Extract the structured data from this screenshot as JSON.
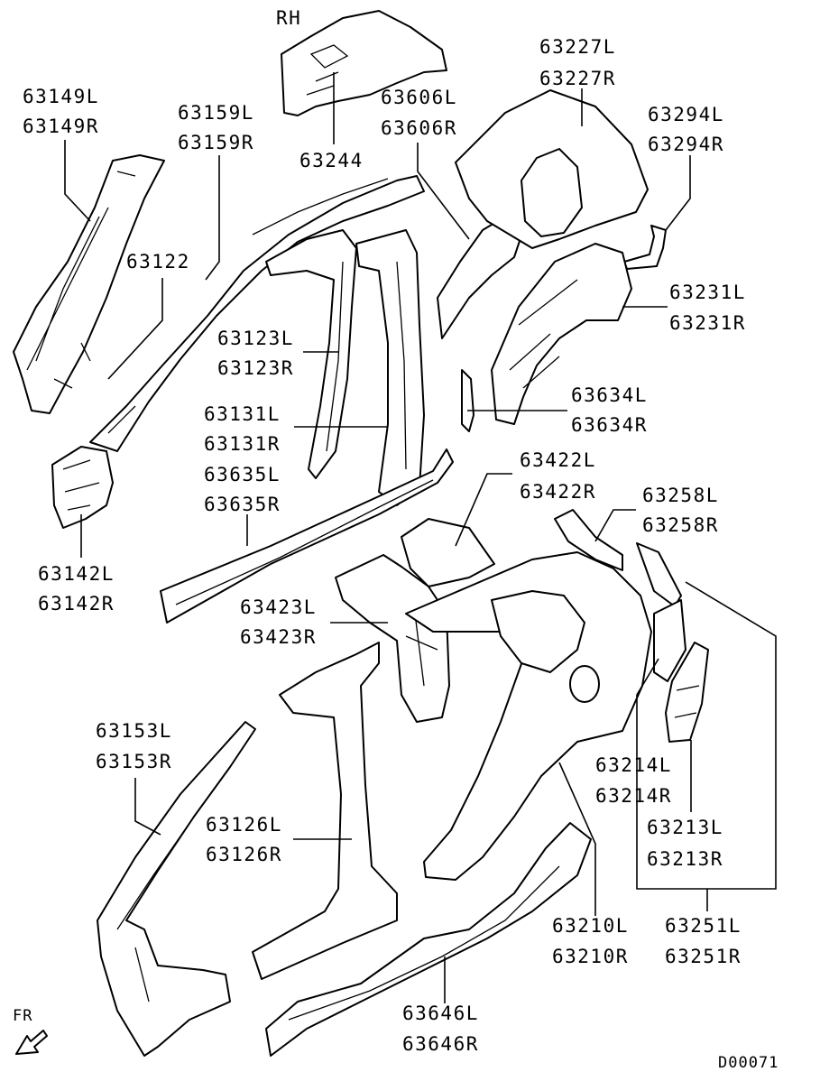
{
  "diagram": {
    "side_label": "RH",
    "direction_label": "FR",
    "ref_code": "D00071"
  },
  "labels": {
    "p63149": [
      "63149L",
      "63149R"
    ],
    "p63159": [
      "63159L",
      "63159R"
    ],
    "p63244": [
      "63244"
    ],
    "p63606": [
      "63606L",
      "63606R"
    ],
    "p63227": [
      "63227L",
      "63227R"
    ],
    "p63294": [
      "63294L",
      "63294R"
    ],
    "p63122": [
      "63122"
    ],
    "p63123": [
      "63123L",
      "63123R"
    ],
    "p63231": [
      "63231L",
      "63231R"
    ],
    "p63131": [
      "63131L",
      "63131R"
    ],
    "p63634": [
      "63634L",
      "63634R"
    ],
    "p63635": [
      "63635L",
      "63635R"
    ],
    "p63422": [
      "63422L",
      "63422R"
    ],
    "p63258": [
      "63258L",
      "63258R"
    ],
    "p63142": [
      "63142L",
      "63142R"
    ],
    "p63423": [
      "63423L",
      "63423R"
    ],
    "p63153": [
      "63153L",
      "63153R"
    ],
    "p63214": [
      "63214L",
      "63214R"
    ],
    "p63126": [
      "63126L",
      "63126R"
    ],
    "p63213": [
      "63213L",
      "63213R"
    ],
    "p63210": [
      "63210L",
      "63210R"
    ],
    "p63251": [
      "63251L",
      "63251R"
    ],
    "p63646": [
      "63646L",
      "63646R"
    ]
  }
}
